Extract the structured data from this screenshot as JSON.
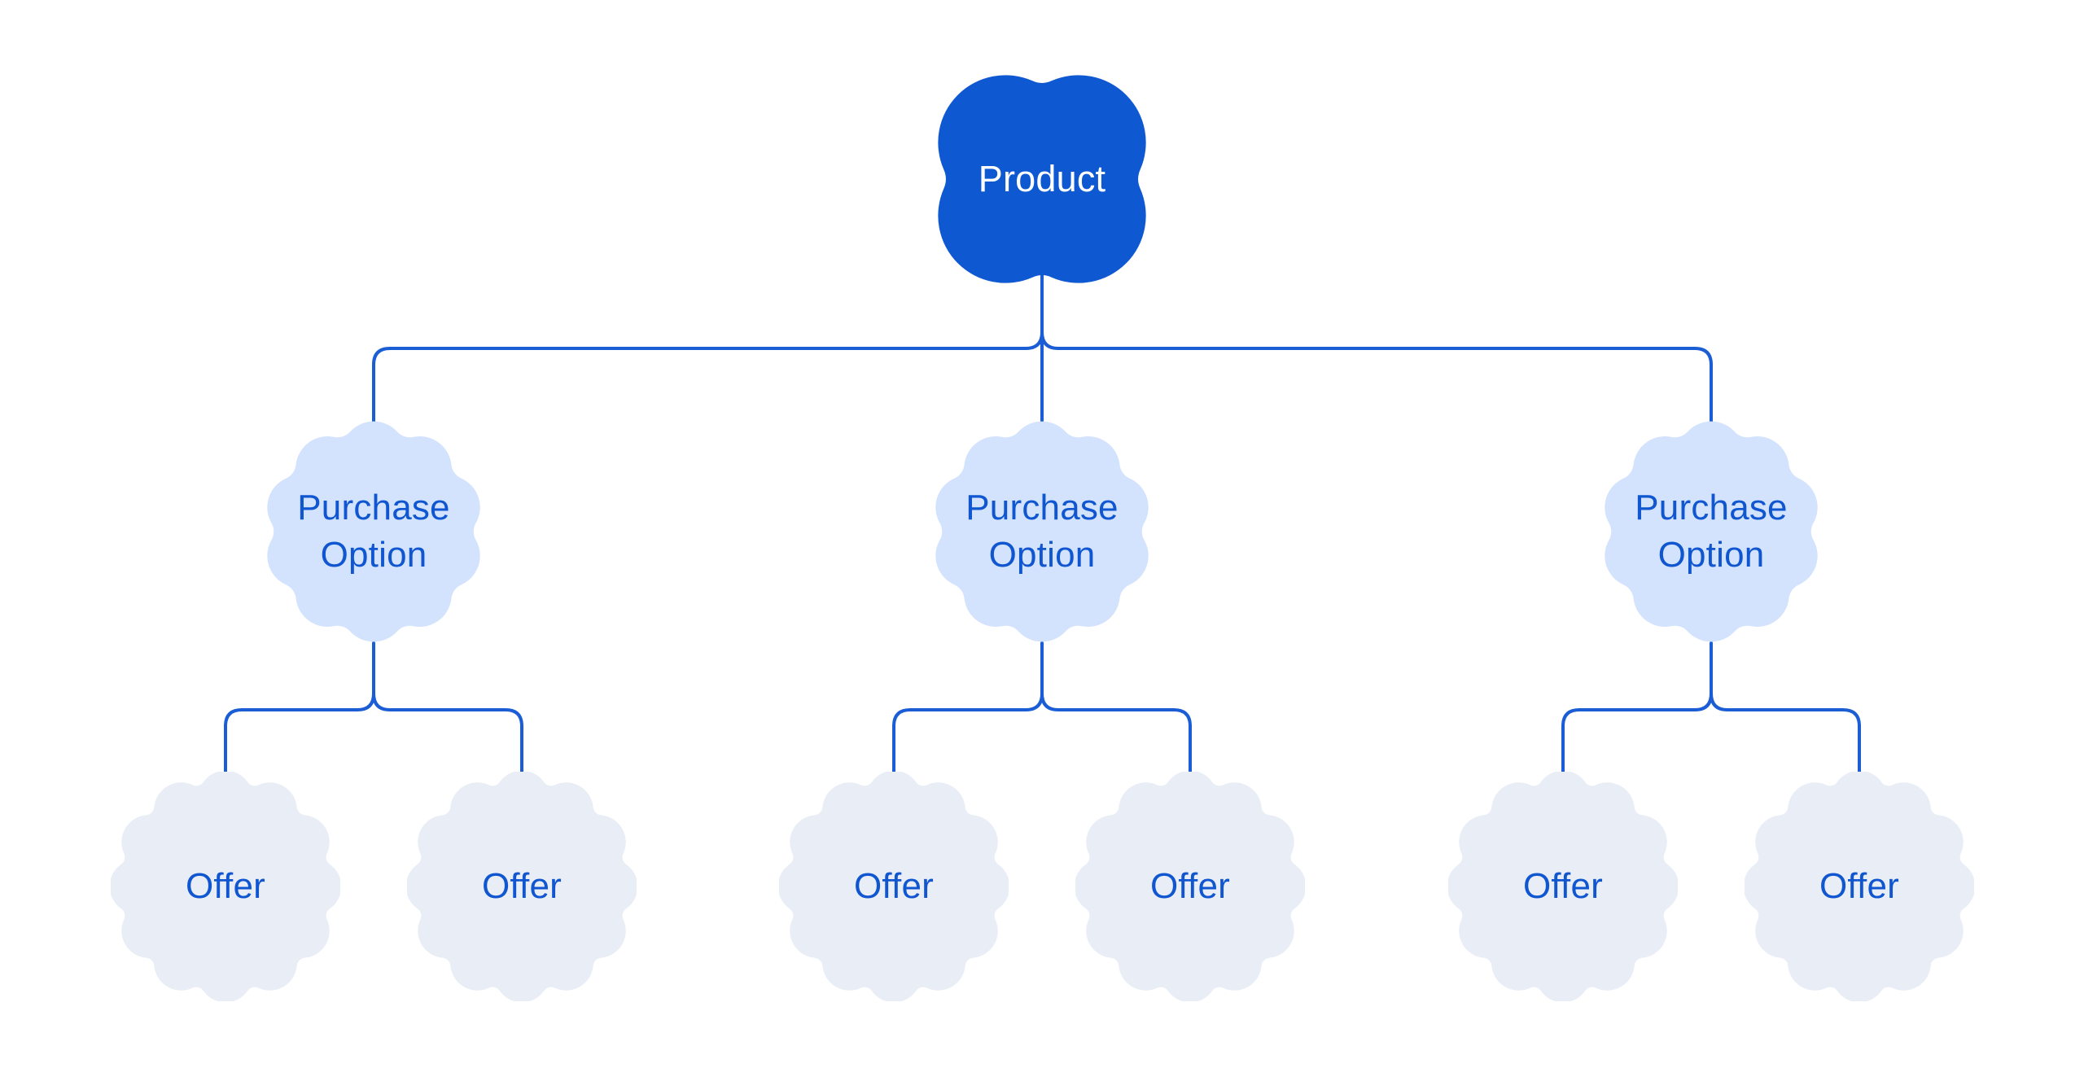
{
  "colors": {
    "background": "#ffffff",
    "root_fill": "#0e58d2",
    "root_text": "#ffffff",
    "option_fill": "#d3e3fd",
    "option_text": "#0f56d0",
    "offer_fill": "#e8edf6",
    "offer_text": "#0f56d0",
    "connector": "#1a5dd4"
  },
  "tree": {
    "root": {
      "label": "Product"
    },
    "groups": [
      {
        "option": {
          "label": "Purchase Option"
        },
        "offers": [
          {
            "label": "Offer"
          },
          {
            "label": "Offer"
          }
        ]
      },
      {
        "option": {
          "label": "Purchase Option"
        },
        "offers": [
          {
            "label": "Offer"
          },
          {
            "label": "Offer"
          }
        ]
      },
      {
        "option": {
          "label": "Purchase Option"
        },
        "offers": [
          {
            "label": "Offer"
          },
          {
            "label": "Offer"
          }
        ]
      }
    ]
  }
}
